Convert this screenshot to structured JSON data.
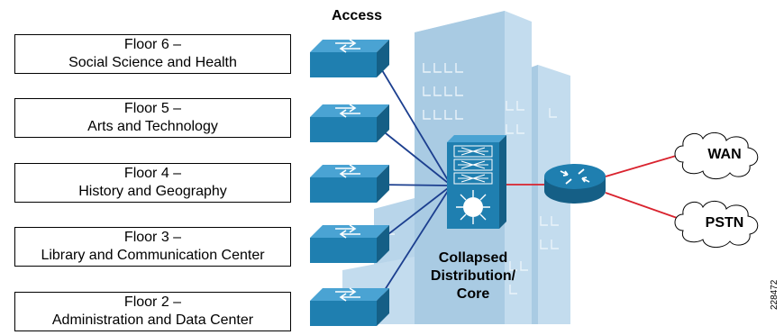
{
  "floors": [
    {
      "title": "Floor 6 –",
      "subtitle": "Social Science and Health"
    },
    {
      "title": "Floor 5 –",
      "subtitle": "Arts and Technology"
    },
    {
      "title": "Floor 4 –",
      "subtitle": "History and Geography"
    },
    {
      "title": "Floor 3 –",
      "subtitle": "Library and Communication Center"
    },
    {
      "title": "Floor 2 –",
      "subtitle": "Administration and Data Center"
    }
  ],
  "labels": {
    "access": "Access",
    "core_line1": "Collapsed",
    "core_line2": "Distribution/",
    "core_line3": "Core",
    "wan": "WAN",
    "pstn": "PSTN",
    "figure_id": "228472"
  },
  "colors": {
    "building_front": "#a9cbe3",
    "building_side": "#c3dcee",
    "device": "#1f7fb0",
    "device_dark": "#155f86",
    "access_link": "#1c3f8f",
    "wan_link": "#d9232e"
  },
  "icons": [
    "access-switch-icon",
    "multilayer-switch-icon",
    "router-icon",
    "cloud-icon"
  ]
}
